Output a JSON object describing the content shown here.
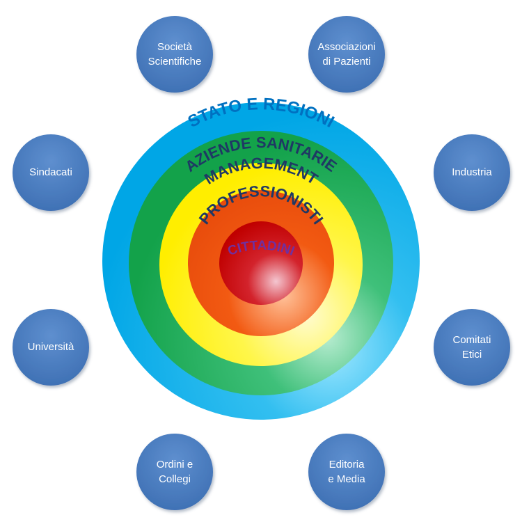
{
  "rings": [
    {
      "label": "STATO E REGIONI",
      "color": "#0070c0"
    },
    {
      "label": "AZIENDE SANITARIE",
      "color": "#1f3864"
    },
    {
      "label": "MANAGEMENT",
      "color": "#1f3864"
    },
    {
      "label": "PROFESSIONISTI",
      "color": "#1f3864"
    },
    {
      "label": "CITTADINI",
      "color": "#7030a0"
    }
  ],
  "stakeholders": {
    "societa": {
      "line1": "Società",
      "line2": "Scientifiche"
    },
    "associazioni": {
      "line1": "Associazioni",
      "line2": "di Pazienti"
    },
    "sindacati": {
      "line1": "Sindacati"
    },
    "industria": {
      "line1": "Industria"
    },
    "universita": {
      "line1": "Università"
    },
    "comitati": {
      "line1": "Comitati",
      "line2": "Etici"
    },
    "ordini": {
      "line1": "Ordini e",
      "line2": "Collegi"
    },
    "editoria": {
      "line1": "Editoria",
      "line2": "e Media"
    }
  }
}
